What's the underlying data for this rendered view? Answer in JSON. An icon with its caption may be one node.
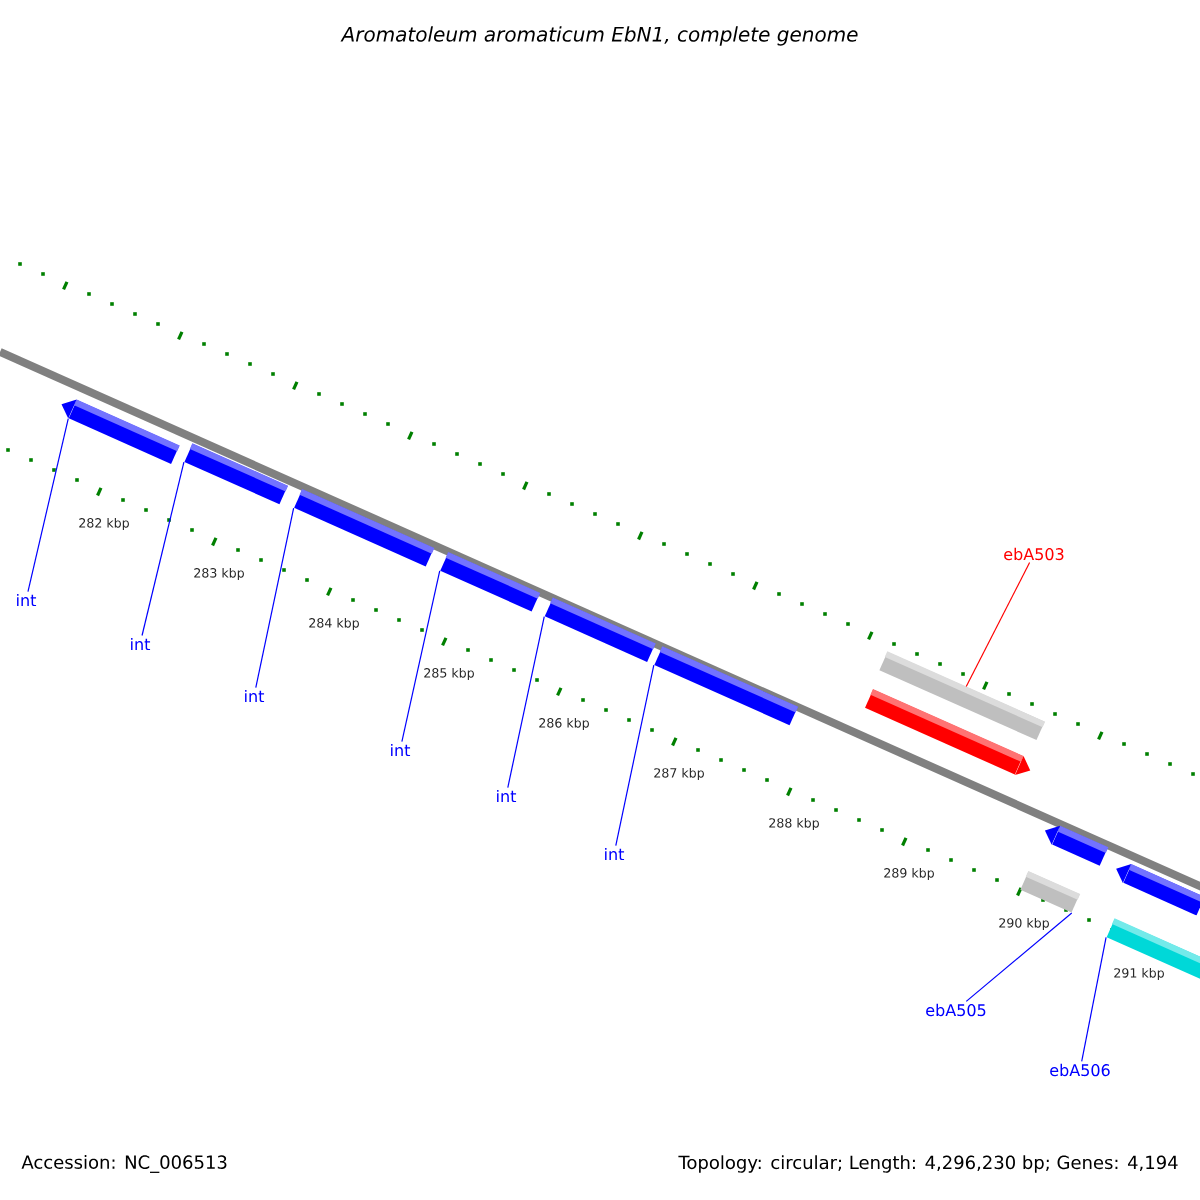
{
  "diagram": {
    "title": "Aromatoleum aromaticum EbN1, complete genome",
    "nodes": [
      {
        "text": [],
        "shape": "bar"
      },
      {
        "text": [],
        "shape": "bar"
      },
      {
        "text": [],
        "shape": "bar"
      },
      {
        "text": [],
        "shape": "bar"
      },
      {
        "text": [],
        "shape": "bar"
      },
      {
        "text": [],
        "shape": "bar"
      },
      {
        "text": [],
        "shape": "bar"
      },
      {
        "text": [],
        "shape": "bar"
      },
      {
        "text": [],
        "shape": "bar"
      },
      {
        "text": [],
        "shape": "bar"
      },
      {
        "text": [],
        "shape": "bar"
      },
      {
        "text": [],
        "shape": "bar"
      },
      {
        "text": [
          "int"
        ]
      },
      {
        "text": [
          "int"
        ]
      },
      {
        "text": [
          "int"
        ]
      },
      {
        "text": [
          "int"
        ]
      },
      {
        "text": [
          "int"
        ]
      },
      {
        "text": [
          "int"
        ]
      },
      {
        "text": [
          "ebA503"
        ]
      },
      {
        "text": [
          "ebA505"
        ]
      },
      {
        "text": [
          "ebA506"
        ]
      }
    ],
    "edges": [
      {
        "from": 12,
        "to": 0,
        "arrow": "none"
      },
      {
        "from": 13,
        "to": 1,
        "arrow": "none"
      },
      {
        "from": 14,
        "to": 2,
        "arrow": "none"
      },
      {
        "from": 15,
        "to": 3,
        "arrow": "none"
      },
      {
        "from": 16,
        "to": 4,
        "arrow": "none"
      },
      {
        "from": 17,
        "to": 5,
        "arrow": "none"
      },
      {
        "from": 18,
        "to": 6,
        "arrow": "none",
        "color": "#ff0000"
      },
      {
        "from": 19,
        "to": 9,
        "arrow": "none"
      },
      {
        "from": 20,
        "to": 11,
        "arrow": "none"
      }
    ],
    "labels": [
      "282 kbp",
      "283 kbp",
      "284 kbp",
      "285 kbp",
      "286 kbp",
      "287 kbp",
      "288 kbp",
      "289 kbp",
      "290 kbp",
      "291 kbp",
      "Accession: NC_006513",
      "Topology: circular; Length: 4,296,230 bp; Genes: 4,194"
    ]
  }
}
